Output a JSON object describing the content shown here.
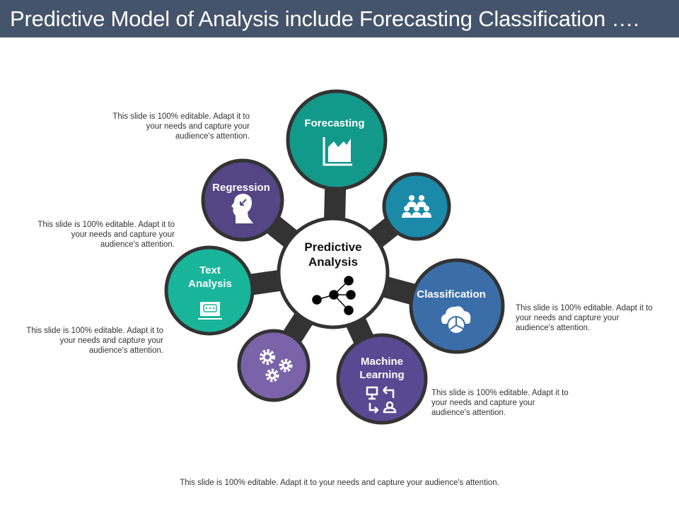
{
  "title": "Predictive Model of Analysis include Forecasting Classification ….",
  "center": {
    "line1": "Predictive",
    "line2": "Analysis",
    "icon": "network-share-icon"
  },
  "nodes": {
    "forecasting": {
      "label": "Forecasting",
      "icon": "area-chart-icon",
      "color": "#13998a"
    },
    "regression": {
      "label": "Regression",
      "icon": "head-arrow-icon",
      "color": "#544585"
    },
    "people": {
      "icon": "team-hierarchy-icon",
      "color": "#1b8aa8"
    },
    "text_analysis": {
      "line1": "Text",
      "line2": "Analysis",
      "icon": "laptop-chat-icon",
      "color": "#19b59b"
    },
    "classification": {
      "label": "Classification",
      "icon": "cloud-pie-icon",
      "color": "#3b6ea8"
    },
    "gears": {
      "icon": "gears-icon",
      "color": "#7b63a9"
    },
    "machine_learning": {
      "line1": "Machine",
      "line2": "Learning",
      "icon": "computer-user-exchange-icon",
      "color": "#574a92"
    }
  },
  "notes": {
    "top_left": [
      "This slide is 100% editable. Adapt it to",
      "your needs and capture your",
      "audience's attention."
    ],
    "mid_left": [
      "This slide is 100% editable. Adapt it to",
      "your needs and capture your",
      "audience's attention."
    ],
    "low_left": [
      "This slide is 100% editable. Adapt it to",
      "your needs and capture your",
      "audience's attention."
    ],
    "right": [
      "This slide is 100% editable. Adapt it to",
      "your needs and capture your",
      "audience's attention."
    ],
    "bottom_right": [
      "This slide is 100% editable. Adapt it to",
      "your needs and capture your",
      "audience's attention."
    ]
  },
  "footer": "This slide is 100% editable. Adapt it to your needs and capture your audience's attention."
}
